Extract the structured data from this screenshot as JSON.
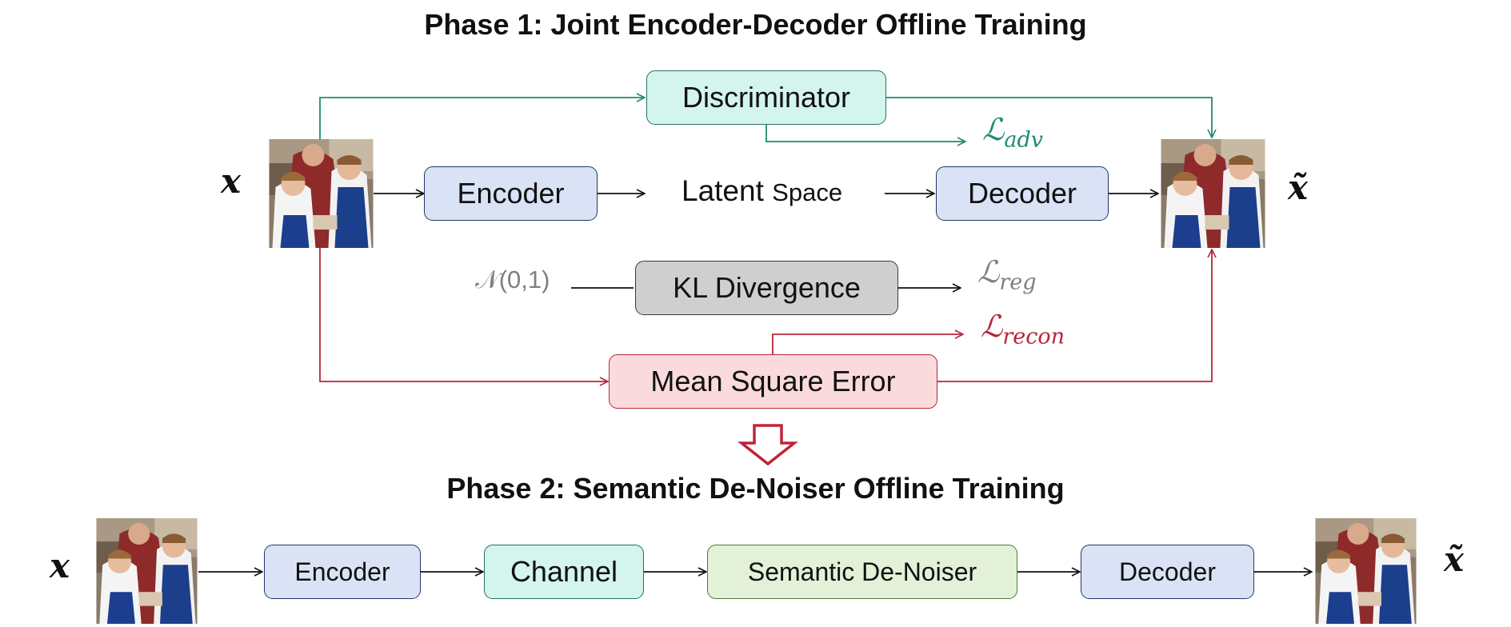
{
  "phase1": {
    "title": "Phase 1:  Joint Encoder-Decoder Offline Training",
    "discriminator": "Discriminator",
    "encoder": "Encoder",
    "latent_word1": "Latent",
    "latent_word2": "Space",
    "decoder": "Decoder",
    "kl": "KL Divergence",
    "mse": "Mean Square Error",
    "normal": "𝒩(0,1)",
    "loss_adv_symbol": "ℒ",
    "loss_adv_sub": "adv",
    "loss_reg_symbol": "ℒ",
    "loss_reg_sub": "reg",
    "loss_recon_symbol": "ℒ",
    "loss_recon_sub": "recon",
    "input_symbol": "x",
    "output_symbol": "x̃"
  },
  "phase2": {
    "title": "Phase 2:  Semantic De-Noiser Offline Training",
    "encoder": "Encoder",
    "channel": "Channel",
    "denoiser": "Semantic De-Noiser",
    "decoder": "Decoder",
    "input_symbol": "x",
    "output_symbol": "x̃"
  },
  "colors": {
    "adv": "#1f8a72",
    "reg": "#7f7f7f",
    "recon": "#b8243a",
    "arrow_down": "#c0243a"
  }
}
